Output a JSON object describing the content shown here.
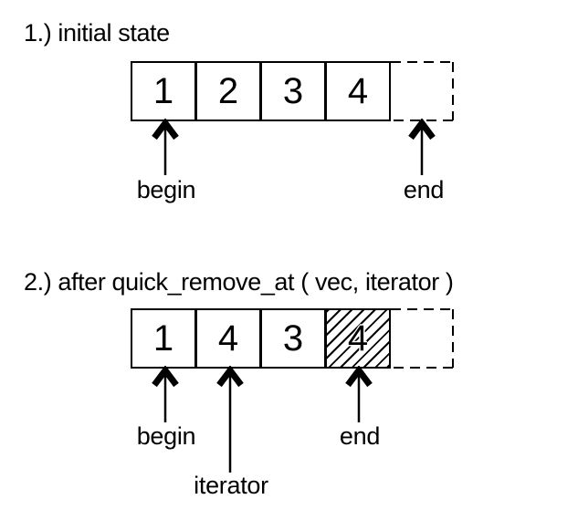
{
  "figure": {
    "background_color": "#ffffff",
    "line_color": "#000000",
    "sections": [
      {
        "title": "1.) initial state",
        "cells": [
          "1",
          "2",
          "3",
          "4"
        ],
        "unused_slot": true,
        "pointers": [
          {
            "label": "begin",
            "icon": "up-arrow-icon",
            "points_to": "cell-1"
          },
          {
            "label": "end",
            "icon": "up-arrow-icon",
            "points_to": "unused-slot"
          }
        ]
      },
      {
        "title": "2.) after quick_remove_at ( vec, iterator )",
        "cells": [
          "1",
          "4",
          "3",
          "4"
        ],
        "hatched_cell_index": 3,
        "unused_slot": true,
        "pointers": [
          {
            "label": "begin",
            "icon": "up-arrow-icon",
            "points_to": "cell-1"
          },
          {
            "label": "iterator",
            "icon": "up-arrow-icon",
            "points_to": "cell-2"
          },
          {
            "label": "end",
            "icon": "up-arrow-icon",
            "points_to": "cell-4"
          }
        ]
      }
    ]
  }
}
